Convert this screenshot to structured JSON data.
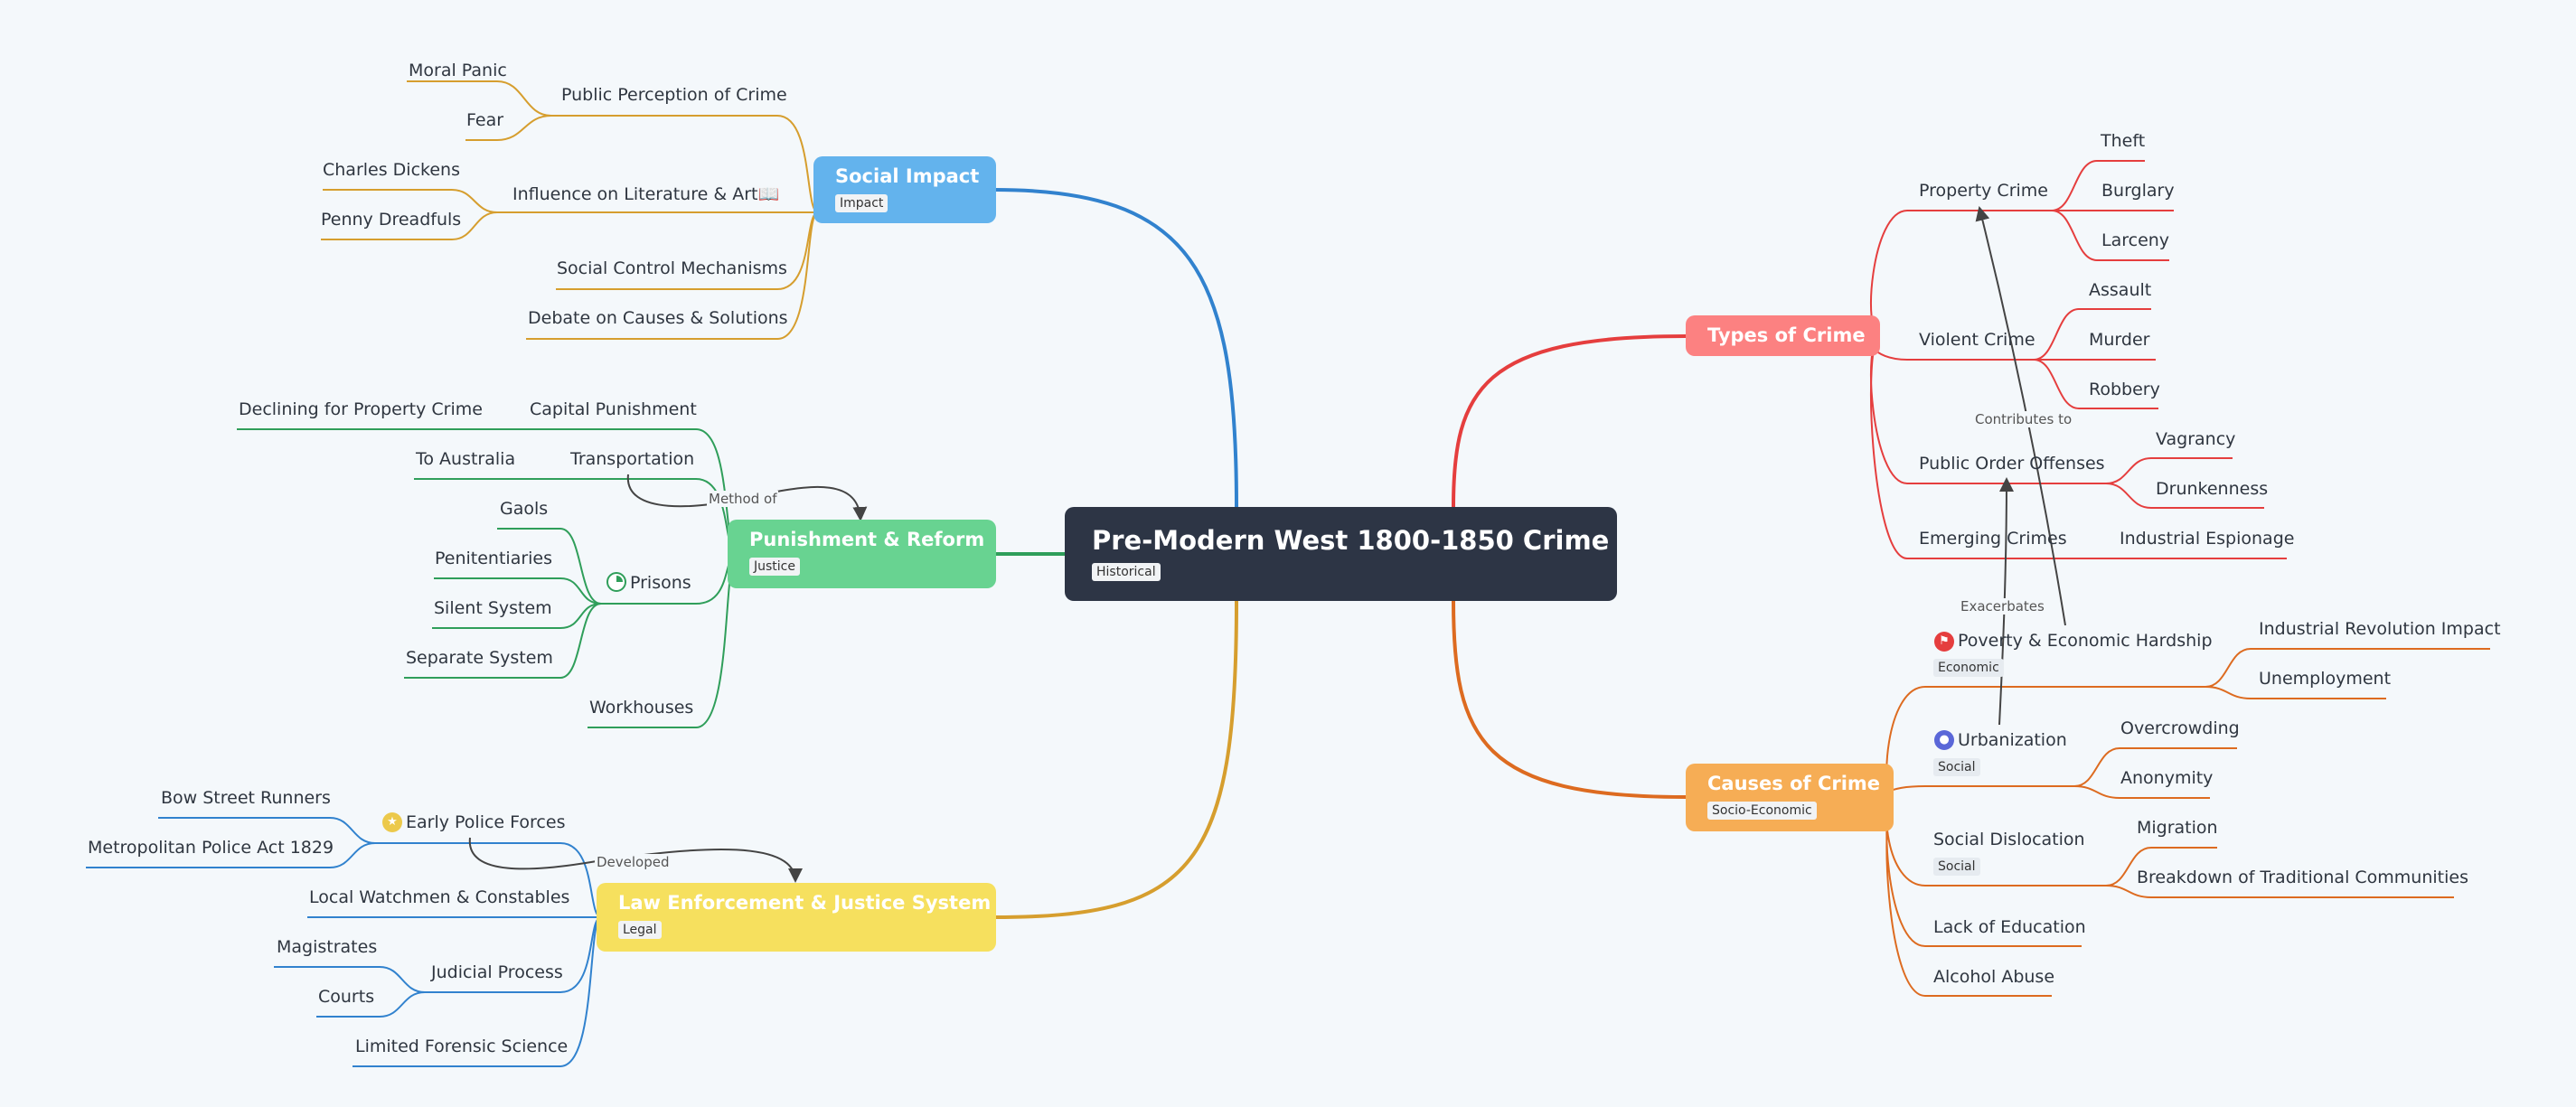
{
  "root": {
    "title": "Pre-Modern West 1800-1850 Crime",
    "tag": "Historical"
  },
  "social": {
    "title": "Social Impact",
    "tag": "Impact",
    "perception": "Public Perception of Crime",
    "moral_panic": "Moral Panic",
    "fear": "Fear",
    "literature": "Influence on Literature & Art📖",
    "dickens": "Charles Dickens",
    "penny": "Penny Dreadfuls",
    "control": "Social Control Mechanisms",
    "debate": "Debate on Causes & Solutions"
  },
  "punish": {
    "title": "Punishment & Reform",
    "tag": "Justice",
    "capital": "Capital Punishment",
    "declining": "Declining for Property Crime",
    "transport": "Transportation",
    "australia": "To Australia",
    "prisons": "Prisons",
    "gaols": "Gaols",
    "penitentiaries": "Penitentiaries",
    "silent": "Silent System",
    "separate": "Separate System",
    "workhouses": "Workhouses"
  },
  "law": {
    "title": "Law Enforcement & Justice System",
    "tag": "Legal",
    "police": "Early Police Forces",
    "bow": "Bow Street Runners",
    "met": "Metropolitan Police Act 1829",
    "watchmen": "Local Watchmen & Constables",
    "judicial": "Judicial Process",
    "magistrates": "Magistrates",
    "courts": "Courts",
    "forensic": "Limited Forensic Science"
  },
  "types": {
    "title": "Types of Crime",
    "property": "Property Crime",
    "theft": "Theft",
    "burglary": "Burglary",
    "larceny": "Larceny",
    "violent": "Violent Crime",
    "assault": "Assault",
    "murder": "Murder",
    "robbery": "Robbery",
    "order": "Public Order Offenses",
    "vagrancy": "Vagrancy",
    "drunkenness": "Drunkenness",
    "emerging": "Emerging Crimes",
    "espionage": "Industrial Espionage"
  },
  "causes": {
    "title": "Causes of Crime",
    "tag": "Socio-Economic",
    "poverty": "Poverty & Economic Hardship",
    "poverty_tag": "Economic",
    "industrial": "Industrial Revolution Impact",
    "unemployment": "Unemployment",
    "urban": "Urbanization",
    "urban_tag": "Social",
    "overcrowding": "Overcrowding",
    "anonymity": "Anonymity",
    "dislocation": "Social Dislocation",
    "dislocation_tag": "Social",
    "migration": "Migration",
    "breakdown": "Breakdown of Traditional Communities",
    "education": "Lack of Education",
    "alcohol": "Alcohol Abuse"
  },
  "connections": {
    "method_of": "Method of",
    "developed": "Developed",
    "contributes_to": "Contributes to",
    "exacerbates": "Exacerbates"
  },
  "colors": {
    "social": "#63b3ed",
    "punish": "#68d391",
    "law": "#f6e05e",
    "types": "#fc8181",
    "causes": "#f6ad55",
    "root": "#2d3545"
  },
  "icons": {
    "prisons": "pie-chart-icon",
    "police": "star-icon",
    "poverty": "flag-icon",
    "urban": "person-icon"
  }
}
